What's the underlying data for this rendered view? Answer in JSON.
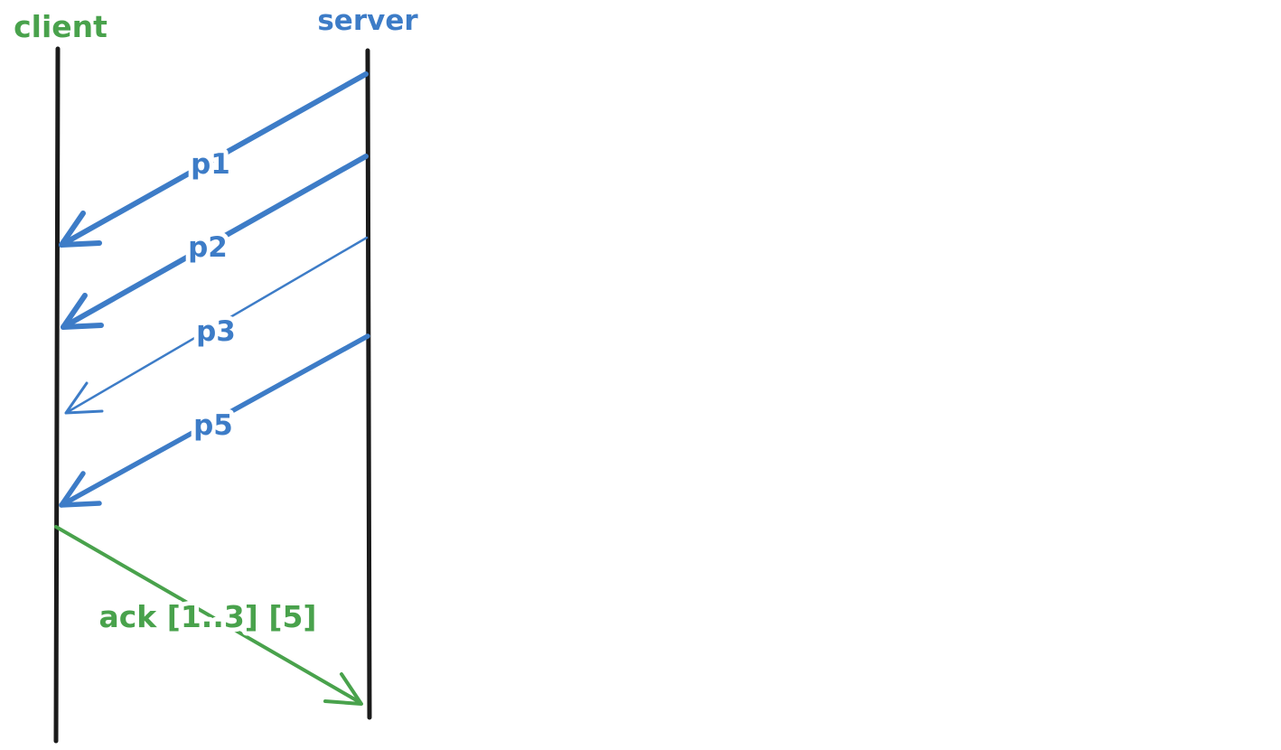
{
  "diagram": {
    "type": "sequence-diagram",
    "background": "#ffffff",
    "colors": {
      "client": "#49a24c",
      "server": "#3d7cc7",
      "packet": "#3d7cc7",
      "ack": "#49a24c",
      "lifeline": "#1b1b1b",
      "label_halo": "#ffffff"
    },
    "lifelines": [
      {
        "id": "client",
        "label": "client"
      },
      {
        "id": "server",
        "label": "server"
      }
    ],
    "messages": [
      {
        "label": "p1",
        "from": "server",
        "to": "client",
        "weight": "thick"
      },
      {
        "label": "p2",
        "from": "server",
        "to": "client",
        "weight": "thick"
      },
      {
        "label": "p3",
        "from": "server",
        "to": "client",
        "weight": "thin"
      },
      {
        "label": "p5",
        "from": "server",
        "to": "client",
        "weight": "thick"
      },
      {
        "label": "ack [1..3] [5]",
        "from": "client",
        "to": "server",
        "weight": "normal"
      }
    ]
  }
}
